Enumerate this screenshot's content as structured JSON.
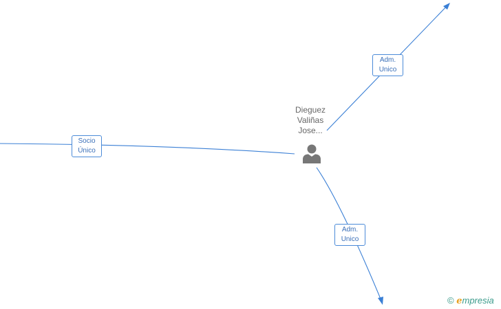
{
  "center_node": {
    "name_lines": [
      "Dieguez",
      "Valiñas",
      "Jose..."
    ],
    "icon": "person-icon"
  },
  "edges": [
    {
      "id": "to-top-right",
      "label_lines": [
        "Adm.",
        "Unico"
      ]
    },
    {
      "id": "to-left",
      "label_lines": [
        "Socio",
        "Único"
      ]
    },
    {
      "id": "to-bottom",
      "label_lines": [
        "Adm.",
        "Unico"
      ]
    }
  ],
  "watermark": {
    "symbol": "©",
    "brand_initial": "e",
    "brand_rest": "mpresia"
  },
  "colors": {
    "edge": "#3a7fd5",
    "label_border": "#4a8ad8",
    "label_text": "#3a6fb8",
    "node_text": "#666666",
    "icon": "#777777"
  }
}
